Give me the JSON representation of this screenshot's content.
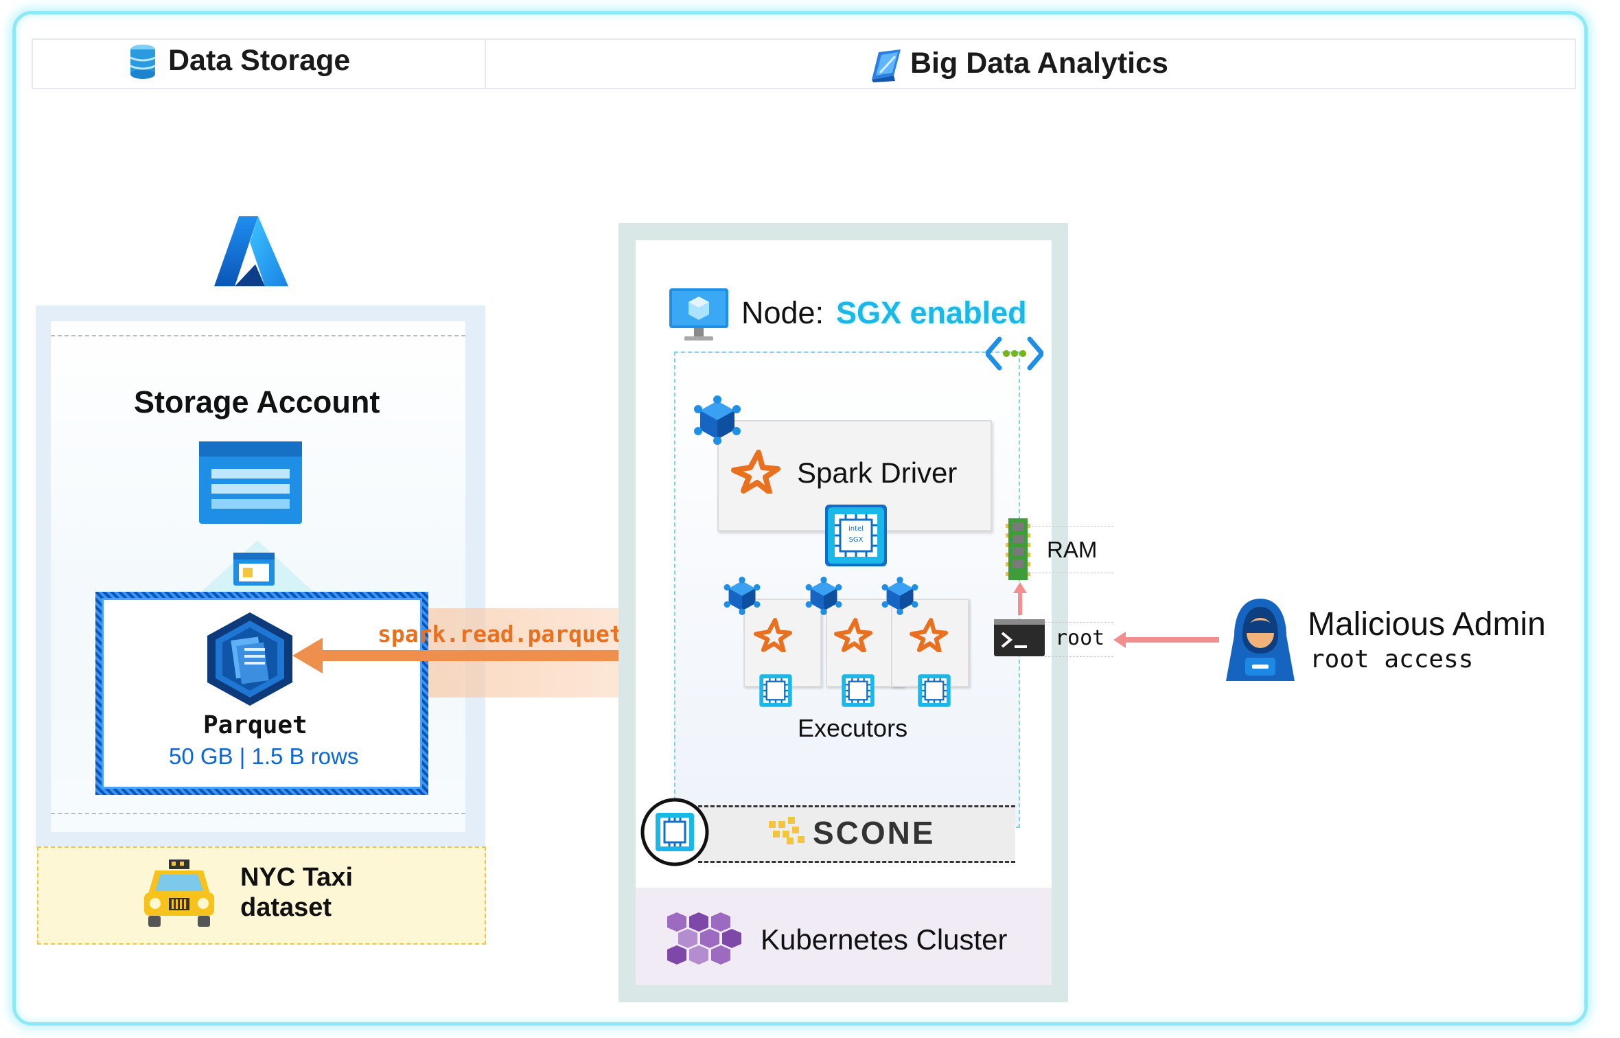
{
  "header": {
    "left_title": "Data Storage",
    "right_title": "Big Data Analytics"
  },
  "storage": {
    "account_label": "Storage Account",
    "parquet_label": "Parquet",
    "parquet_stats": "50 GB | 1.5 B rows",
    "dataset_label_line1": "NYC Taxi",
    "dataset_label_line2": "dataset"
  },
  "flow": {
    "read_call": "spark.read.parquet(…)"
  },
  "node": {
    "prefix": "Node:",
    "sgx_status": "SGX enabled",
    "driver_label": "Spark Driver",
    "executors_label": "Executors",
    "ram_label": "RAM",
    "root_label": "root",
    "runtime_label": "SCONE",
    "cluster_label": "Kubernetes Cluster",
    "chip_text": "SGX",
    "chip_brand": "intel"
  },
  "attacker": {
    "title": "Malicious Admin",
    "subtitle": "root access"
  },
  "colors": {
    "azure_blue": "#0c66d6",
    "sgx_cyan": "#1ab8e8",
    "spark_orange": "#e8701e",
    "arrow_orange": "#ef8f4e",
    "attack_red": "#f28e8e",
    "frame_cyan": "#8ee9f6"
  },
  "icons": {
    "storage": "database-icon",
    "analytics": "analytics-cube-icon",
    "azure": "azure-logo-icon",
    "storage_account": "storage-account-icon",
    "blob": "blob-container-icon",
    "parquet": "parquet-file-icon",
    "taxi": "taxi-icon",
    "vm": "virtual-machine-icon",
    "vnet": "virtual-network-icon",
    "pod": "pod-cube-icon",
    "spark": "spark-star-icon",
    "chip": "sgx-chip-icon",
    "ram": "ram-module-icon",
    "terminal": "terminal-icon",
    "hacker": "hooded-hacker-icon",
    "scone": "scone-logo-icon",
    "kubernetes": "kubernetes-cluster-icon"
  }
}
